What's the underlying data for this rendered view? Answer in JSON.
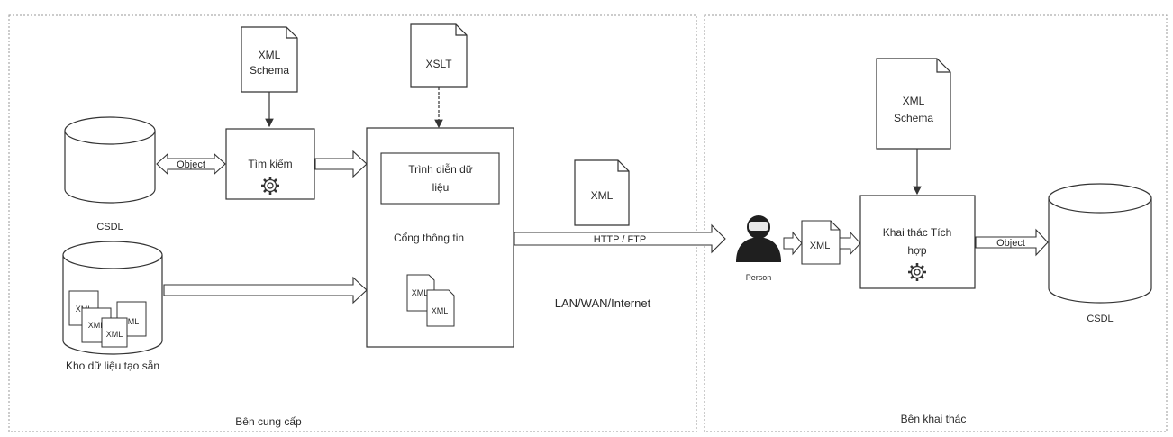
{
  "provider": {
    "caption": "Bên cung cấp",
    "xml_schema_doc": [
      "XML",
      "Schema"
    ],
    "xslt_doc": "XSLT",
    "search_label": "Tìm kiếm",
    "object_arrow_label": "Object",
    "db_label": "CSDL",
    "store_label": "Kho dữ liệu tạo sẵn",
    "store_files": [
      "XML",
      "XML",
      "ML",
      "XML"
    ],
    "portal_label": "Cổng thông tin",
    "render_label": [
      "Trình diễn dữ",
      "liệu"
    ],
    "portal_files": [
      "XML",
      "XML"
    ]
  },
  "network": {
    "xml_doc": "XML",
    "protocol_label": "HTTP / FTP",
    "network_label": "LAN/WAN/Internet"
  },
  "consumer": {
    "caption": "Bên khai thác",
    "person_label": "Person",
    "xml_doc": "XML",
    "xml_schema_doc": [
      "XML",
      "Schema"
    ],
    "integrate_label": [
      "Khai thác Tích",
      "hợp"
    ],
    "object_arrow_label": "Object",
    "db_label": "CSDL"
  },
  "colors": {
    "stroke": "#333333",
    "dash": "#9a9a9a",
    "person": "#1f1f1f"
  }
}
